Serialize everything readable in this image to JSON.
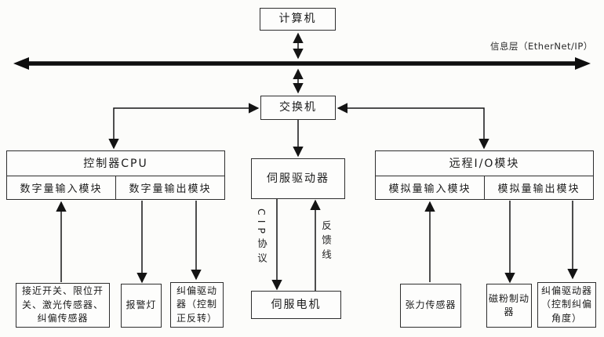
{
  "diagram": {
    "bus_label": "信息层（EtherNet/IP）",
    "nodes": {
      "computer": "计算机",
      "switch": "交换机",
      "controller_cpu": "控制器CPU",
      "digital_input": "数字量输入模块",
      "digital_output": "数字量输出模块",
      "servo_driver": "伺服驱动器",
      "remote_io": "远程I/O模块",
      "analog_input": "模拟量输入模块",
      "analog_output": "模拟量输出模块",
      "sensors": "接近开关、限位开关、激光传感器、纠偏传感器",
      "alarm_lamp": "报警灯",
      "deviation_driver_fwd_rev": "纠偏驱动器（控制正反转）",
      "servo_motor": "伺服电机",
      "tension_sensor": "张力传感器",
      "magnetic_powder_brake": "磁粉制动器",
      "deviation_driver_angle": "纠偏驱动器（控制纠偏角度）"
    },
    "edge_labels": {
      "cip_protocol": "CIP协议",
      "feedback_line": "反馈线"
    },
    "colors": {
      "line": "#1a1a1a",
      "box_border": "#2e2e2e",
      "text": "#1b1b1b",
      "background": "#fcfcfa"
    }
  }
}
